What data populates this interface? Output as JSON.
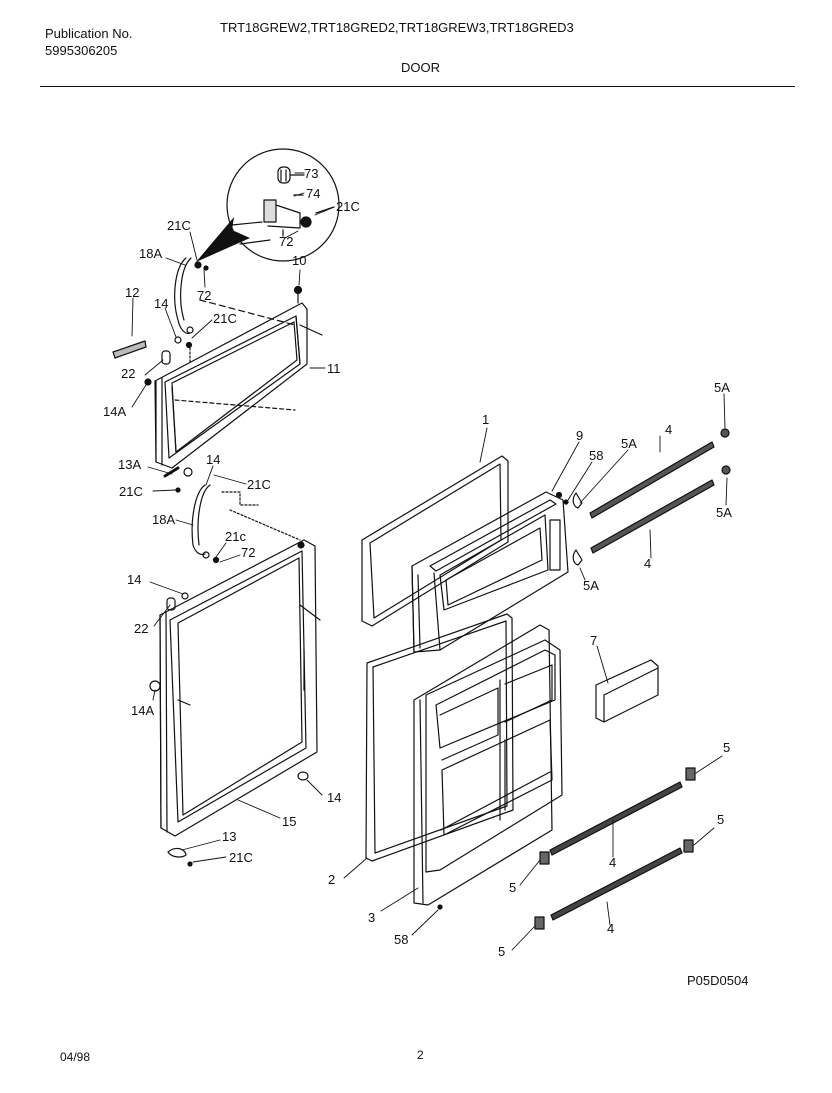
{
  "header": {
    "publication_label": "Publication No.",
    "publication_number": "5995306205",
    "models": "TRT18GREW2,TRT18GRED2,TRT18GREW3,TRT18GRED3",
    "section_title": "DOOR"
  },
  "callouts": {
    "c73": "73",
    "c74": "74",
    "c21C_top": "21C",
    "c72_inset": "72",
    "c21C_a": "21C",
    "c18A_a": "18A",
    "c72_a": "72",
    "c10": "10",
    "c12": "12",
    "c14_a": "14",
    "c21C_b": "21C",
    "c22_a": "22",
    "c11": "11",
    "c14A_a": "14A",
    "c13A": "13A",
    "c14_b": "14",
    "c21C_c": "21C",
    "c21C_d": "21C",
    "c18A_b": "18A",
    "c21c": "21c",
    "c72_b": "72",
    "c14_c": "14",
    "c22_b": "22",
    "c14A_b": "14A",
    "c14_d": "14",
    "c15": "15",
    "c13": "13",
    "c21C_e": "21C",
    "c2": "2",
    "c3": "3",
    "c58_a": "58",
    "c1": "1",
    "c9": "9",
    "c58_b": "58",
    "c5A_a": "5A",
    "c4_a": "4",
    "c5A_b": "5A",
    "c5A_c": "5A",
    "c4_b": "4",
    "c5A_d": "5A",
    "c7": "7",
    "c5_a": "5",
    "c5_b": "5",
    "c4_c": "4",
    "c5_c": "5",
    "c4_d": "4",
    "c5_d": "5"
  },
  "footer": {
    "diagram_code": "P05D0504",
    "date": "04/98",
    "page_number": "2"
  }
}
